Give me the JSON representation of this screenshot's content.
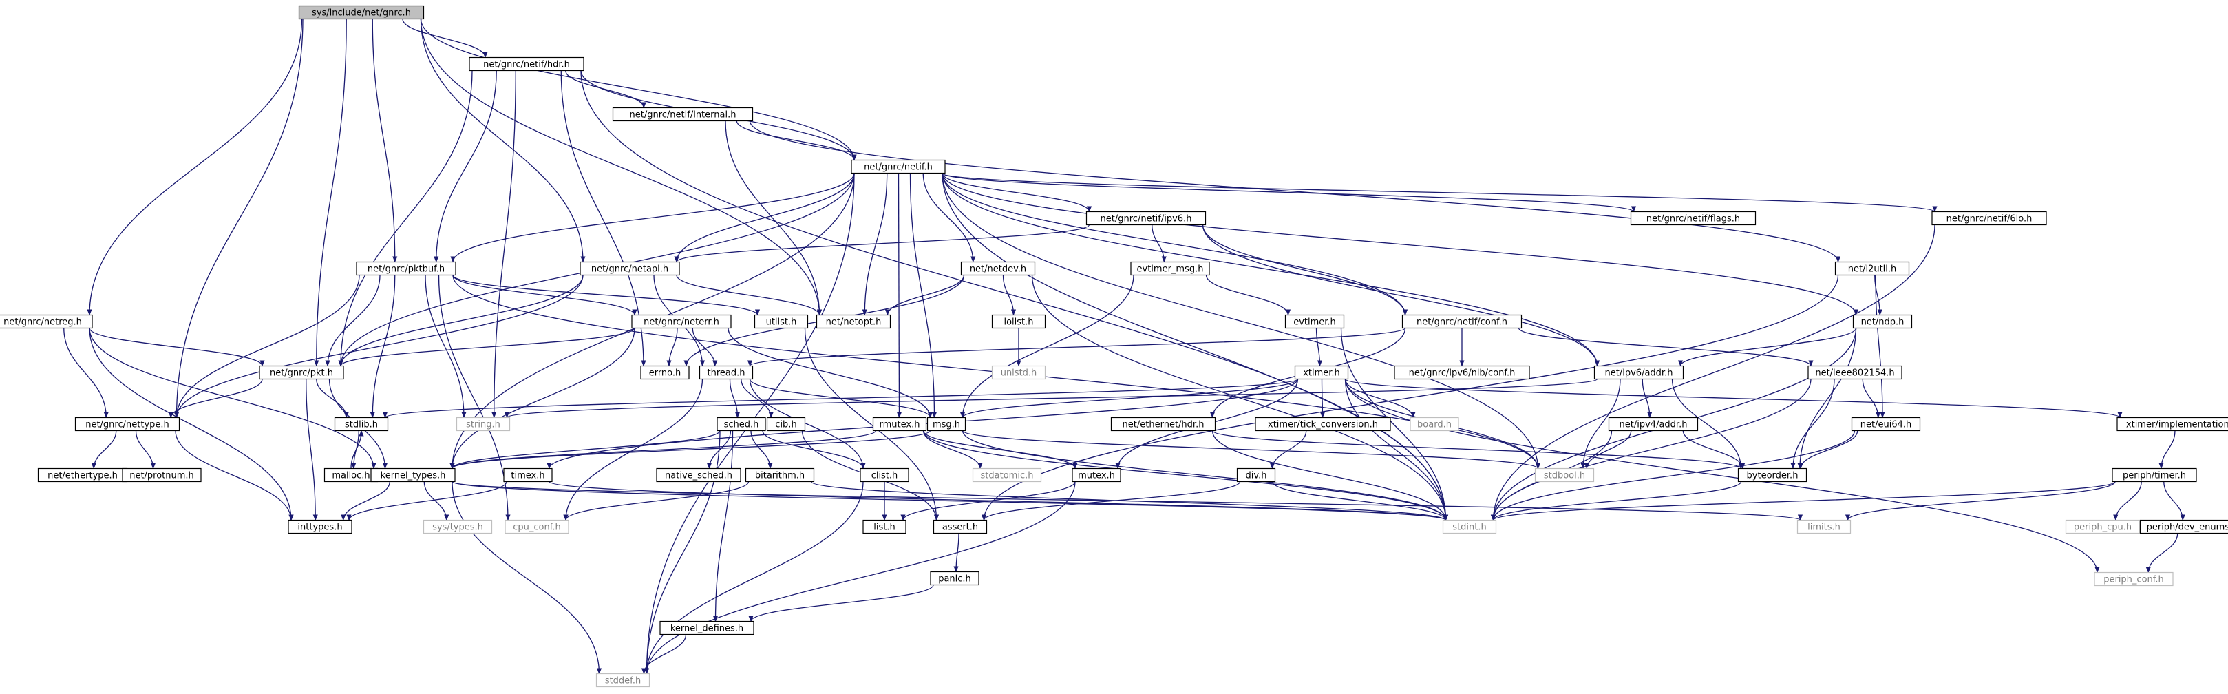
{
  "colors": {
    "root_fill": "#bfbfbf",
    "node_fill": "#ffffff",
    "node_stroke": "#000000",
    "ghost_stroke": "#bfbfbf",
    "ghost_text": "#7f7f7f",
    "edge": "#191970"
  },
  "nodes": [
    {
      "id": "root",
      "label": "sys/include/net/gnrc.h",
      "kind": "root"
    },
    {
      "id": "hdr",
      "label": "net/gnrc/netif/hdr.h",
      "kind": "normal"
    },
    {
      "id": "internal",
      "label": "net/gnrc/netif/internal.h",
      "kind": "normal"
    },
    {
      "id": "netif",
      "label": "net/gnrc/netif.h",
      "kind": "normal"
    },
    {
      "id": "ipv6",
      "label": "net/gnrc/netif/ipv6.h",
      "kind": "normal"
    },
    {
      "id": "flags",
      "label": "net/gnrc/netif/flags.h",
      "kind": "normal"
    },
    {
      "id": "6lo",
      "label": "net/gnrc/netif/6lo.h",
      "kind": "normal"
    },
    {
      "id": "pktbuf",
      "label": "net/gnrc/pktbuf.h",
      "kind": "normal"
    },
    {
      "id": "netapi",
      "label": "net/gnrc/netapi.h",
      "kind": "normal"
    },
    {
      "id": "netdev",
      "label": "net/netdev.h",
      "kind": "normal"
    },
    {
      "id": "evmsg",
      "label": "evtimer_msg.h",
      "kind": "normal"
    },
    {
      "id": "l2util",
      "label": "net/l2util.h",
      "kind": "normal"
    },
    {
      "id": "netreg",
      "label": "net/gnrc/netreg.h",
      "kind": "normal"
    },
    {
      "id": "utlist",
      "label": "utlist.h",
      "kind": "normal"
    },
    {
      "id": "netopt",
      "label": "net/netopt.h",
      "kind": "normal"
    },
    {
      "id": "iolist",
      "label": "iolist.h",
      "kind": "normal"
    },
    {
      "id": "evtimer",
      "label": "evtimer.h",
      "kind": "normal"
    },
    {
      "id": "conf",
      "label": "net/gnrc/netif/conf.h",
      "kind": "normal"
    },
    {
      "id": "ndp",
      "label": "net/ndp.h",
      "kind": "normal"
    },
    {
      "id": "neterr",
      "label": "net/gnrc/neterr.h",
      "kind": "normal"
    },
    {
      "id": "pkt",
      "label": "net/gnrc/pkt.h",
      "kind": "normal"
    },
    {
      "id": "errno",
      "label": "errno.h",
      "kind": "normal"
    },
    {
      "id": "thread",
      "label": "thread.h",
      "kind": "normal"
    },
    {
      "id": "unistd",
      "label": "unistd.h",
      "kind": "ghost"
    },
    {
      "id": "xtimer",
      "label": "xtimer.h",
      "kind": "normal"
    },
    {
      "id": "nibconf",
      "label": "net/gnrc/ipv6/nib/conf.h",
      "kind": "normal"
    },
    {
      "id": "ipv6addr",
      "label": "net/ipv6/addr.h",
      "kind": "normal"
    },
    {
      "id": "ieee",
      "label": "net/ieee802154.h",
      "kind": "normal"
    },
    {
      "id": "string",
      "label": "string.h",
      "kind": "ghost"
    },
    {
      "id": "stdlib",
      "label": "stdlib.h",
      "kind": "normal"
    },
    {
      "id": "cib",
      "label": "cib.h",
      "kind": "normal"
    },
    {
      "id": "msg",
      "label": "msg.h",
      "kind": "normal"
    },
    {
      "id": "board",
      "label": "board.h",
      "kind": "ghost"
    },
    {
      "id": "nettype",
      "label": "net/gnrc/nettype.h",
      "kind": "normal"
    },
    {
      "id": "ethhdr",
      "label": "net/ethernet/hdr.h",
      "kind": "normal"
    },
    {
      "id": "tickconv",
      "label": "xtimer/tick_conversion.h",
      "kind": "normal"
    },
    {
      "id": "ipv4addr",
      "label": "net/ipv4/addr.h",
      "kind": "normal"
    },
    {
      "id": "eui64",
      "label": "net/eui64.h",
      "kind": "normal"
    },
    {
      "id": "ximpl",
      "label": "xtimer/implementation.h",
      "kind": "normal"
    },
    {
      "id": "sched",
      "label": "sched.h",
      "kind": "normal"
    },
    {
      "id": "rmutex",
      "label": "rmutex.h",
      "kind": "normal"
    },
    {
      "id": "ethertype",
      "label": "net/ethertype.h",
      "kind": "normal"
    },
    {
      "id": "protnum",
      "label": "net/protnum.h",
      "kind": "normal"
    },
    {
      "id": "malloc",
      "label": "malloc.h",
      "kind": "normal"
    },
    {
      "id": "ktypes",
      "label": "kernel_types.h",
      "kind": "normal"
    },
    {
      "id": "nsched",
      "label": "native_sched.h",
      "kind": "normal"
    },
    {
      "id": "bitarithm",
      "label": "bitarithm.h",
      "kind": "normal"
    },
    {
      "id": "clist",
      "label": "clist.h",
      "kind": "normal"
    },
    {
      "id": "stdatomic",
      "label": "stdatomic.h",
      "kind": "ghost"
    },
    {
      "id": "mutex",
      "label": "mutex.h",
      "kind": "normal"
    },
    {
      "id": "div",
      "label": "div.h",
      "kind": "normal"
    },
    {
      "id": "stdbool",
      "label": "stdbool.h",
      "kind": "ghost"
    },
    {
      "id": "byteorder",
      "label": "byteorder.h",
      "kind": "normal"
    },
    {
      "id": "ptimer",
      "label": "periph/timer.h",
      "kind": "normal"
    },
    {
      "id": "timex",
      "label": "timex.h",
      "kind": "normal"
    },
    {
      "id": "inttypes",
      "label": "inttypes.h",
      "kind": "normal"
    },
    {
      "id": "systypes",
      "label": "sys/types.h",
      "kind": "ghost"
    },
    {
      "id": "cpuconf",
      "label": "cpu_conf.h",
      "kind": "ghost"
    },
    {
      "id": "list",
      "label": "list.h",
      "kind": "normal"
    },
    {
      "id": "assert",
      "label": "assert.h",
      "kind": "normal"
    },
    {
      "id": "stdint",
      "label": "stdint.h",
      "kind": "ghost"
    },
    {
      "id": "limits",
      "label": "limits.h",
      "kind": "ghost"
    },
    {
      "id": "pcpu",
      "label": "periph_cpu.h",
      "kind": "ghost"
    },
    {
      "id": "penums",
      "label": "periph/dev_enums.h",
      "kind": "normal"
    },
    {
      "id": "panic",
      "label": "panic.h",
      "kind": "normal"
    },
    {
      "id": "kdefs",
      "label": "kernel_defines.h",
      "kind": "normal"
    },
    {
      "id": "pconf",
      "label": "periph_conf.h",
      "kind": "ghost"
    },
    {
      "id": "stddef",
      "label": "stddef.h",
      "kind": "ghost"
    }
  ],
  "edges": [
    [
      "root",
      "hdr"
    ],
    [
      "root",
      "netif"
    ],
    [
      "root",
      "netapi"
    ],
    [
      "root",
      "netreg"
    ],
    [
      "root",
      "nettype"
    ],
    [
      "root",
      "pkt"
    ],
    [
      "root",
      "pktbuf"
    ],
    [
      "root",
      "netopt"
    ],
    [
      "hdr",
      "internal"
    ],
    [
      "hdr",
      "netif"
    ],
    [
      "hdr",
      "pktbuf"
    ],
    [
      "hdr",
      "pkt"
    ],
    [
      "hdr",
      "string"
    ],
    [
      "hdr",
      "errno"
    ],
    [
      "hdr",
      "stdint"
    ],
    [
      "internal",
      "netif"
    ],
    [
      "internal",
      "l2util"
    ],
    [
      "internal",
      "netopt"
    ],
    [
      "netif",
      "ipv6"
    ],
    [
      "netif",
      "flags"
    ],
    [
      "netif",
      "6lo"
    ],
    [
      "netif",
      "netapi"
    ],
    [
      "netif",
      "netdev"
    ],
    [
      "netif",
      "netopt"
    ],
    [
      "netif",
      "conf"
    ],
    [
      "netif",
      "ndp"
    ],
    [
      "netif",
      "ipv6addr"
    ],
    [
      "netif",
      "pkt"
    ],
    [
      "netif",
      "pktbuf"
    ],
    [
      "netif",
      "msg"
    ],
    [
      "netif",
      "rmutex"
    ],
    [
      "netif",
      "ktypes"
    ],
    [
      "netif",
      "stdbool"
    ],
    [
      "netif",
      "stdint"
    ],
    [
      "netif",
      "stddef"
    ],
    [
      "ipv6",
      "evmsg"
    ],
    [
      "ipv6",
      "netapi"
    ],
    [
      "ipv6",
      "conf"
    ],
    [
      "ipv6",
      "ipv6addr"
    ],
    [
      "6lo",
      "stdint"
    ],
    [
      "netapi",
      "netopt"
    ],
    [
      "netapi",
      "thread"
    ],
    [
      "netapi",
      "pkt"
    ],
    [
      "netapi",
      "nettype"
    ],
    [
      "netdev",
      "netopt"
    ],
    [
      "netdev",
      "iolist"
    ],
    [
      "netdev",
      "errno"
    ],
    [
      "netdev",
      "stdint"
    ],
    [
      "iolist",
      "unistd"
    ],
    [
      "evmsg",
      "evtimer"
    ],
    [
      "evmsg",
      "msg"
    ],
    [
      "evtimer",
      "xtimer"
    ],
    [
      "evtimer",
      "stdint"
    ],
    [
      "l2util",
      "ndp"
    ],
    [
      "l2util",
      "eui64"
    ],
    [
      "l2util",
      "assert"
    ],
    [
      "netreg",
      "pkt"
    ],
    [
      "netreg",
      "nettype"
    ],
    [
      "netreg",
      "ktypes"
    ],
    [
      "netreg",
      "inttypes"
    ],
    [
      "pktbuf",
      "pkt"
    ],
    [
      "pktbuf",
      "neterr"
    ],
    [
      "pktbuf",
      "utlist"
    ],
    [
      "pktbuf",
      "stdlib"
    ],
    [
      "pktbuf",
      "string"
    ],
    [
      "pktbuf",
      "nettype"
    ],
    [
      "pktbuf",
      "cpuconf"
    ],
    [
      "pktbuf",
      "stdbool"
    ],
    [
      "neterr",
      "errno"
    ],
    [
      "neterr",
      "thread"
    ],
    [
      "neterr",
      "msg"
    ],
    [
      "neterr",
      "pkt"
    ],
    [
      "neterr",
      "ktypes"
    ],
    [
      "utlist",
      "assert"
    ],
    [
      "conf",
      "nibconf"
    ],
    [
      "conf",
      "ieee"
    ],
    [
      "conf",
      "ethhdr"
    ],
    [
      "conf",
      "thread"
    ],
    [
      "ndp",
      "ipv6addr"
    ],
    [
      "ndp",
      "byteorder"
    ],
    [
      "ndp",
      "stdint"
    ],
    [
      "pkt",
      "stdlib"
    ],
    [
      "pkt",
      "nettype"
    ],
    [
      "pkt",
      "ktypes"
    ],
    [
      "pkt",
      "inttypes"
    ],
    [
      "thread",
      "sched"
    ],
    [
      "thread",
      "cib"
    ],
    [
      "thread",
      "msg"
    ],
    [
      "thread",
      "clist"
    ],
    [
      "thread",
      "cpuconf"
    ],
    [
      "xtimer",
      "tickconv"
    ],
    [
      "xtimer",
      "ximpl"
    ],
    [
      "xtimer",
      "board"
    ],
    [
      "xtimer",
      "msg"
    ],
    [
      "xtimer",
      "mutex"
    ],
    [
      "xtimer",
      "timex"
    ],
    [
      "xtimer",
      "stdint"
    ],
    [
      "xtimer",
      "stdbool"
    ],
    [
      "xtimer",
      "stdlib"
    ],
    [
      "xtimer",
      "pconf"
    ],
    [
      "ipv6addr",
      "ipv4addr"
    ],
    [
      "ipv6addr",
      "byteorder"
    ],
    [
      "ipv6addr",
      "stdbool"
    ],
    [
      "ipv6addr",
      "string"
    ],
    [
      "ieee",
      "eui64"
    ],
    [
      "ieee",
      "byteorder"
    ],
    [
      "ieee",
      "stdint"
    ],
    [
      "stdlib",
      "malloc"
    ],
    [
      "cib",
      "assert"
    ],
    [
      "msg",
      "ktypes"
    ],
    [
      "msg",
      "stdbool"
    ],
    [
      "msg",
      "stdint"
    ],
    [
      "nettype",
      "ethertype"
    ],
    [
      "nettype",
      "protnum"
    ],
    [
      "nettype",
      "inttypes"
    ],
    [
      "ethhdr",
      "byteorder"
    ],
    [
      "ethhdr",
      "stdint"
    ],
    [
      "tickconv",
      "div"
    ],
    [
      "ipv4addr",
      "byteorder"
    ],
    [
      "ipv4addr",
      "stdbool"
    ],
    [
      "ipv4addr",
      "stdint"
    ],
    [
      "eui64",
      "byteorder"
    ],
    [
      "eui64",
      "stdint"
    ],
    [
      "ximpl",
      "ptimer"
    ],
    [
      "sched",
      "ktypes"
    ],
    [
      "sched",
      "nsched"
    ],
    [
      "sched",
      "bitarithm"
    ],
    [
      "sched",
      "clist"
    ],
    [
      "sched",
      "kdefs"
    ],
    [
      "sched",
      "stddef"
    ],
    [
      "rmutex",
      "mutex"
    ],
    [
      "rmutex",
      "stdatomic"
    ],
    [
      "rmutex",
      "ktypes"
    ],
    [
      "rmutex",
      "stdint"
    ],
    [
      "malloc",
      "stdlib"
    ],
    [
      "ktypes",
      "inttypes"
    ],
    [
      "ktypes",
      "systypes"
    ],
    [
      "ktypes",
      "limits"
    ],
    [
      "ktypes",
      "stdint"
    ],
    [
      "ktypes",
      "stddef"
    ],
    [
      "bitarithm",
      "cpuconf"
    ],
    [
      "bitarithm",
      "stdint"
    ],
    [
      "clist",
      "list"
    ],
    [
      "clist",
      "stddef"
    ],
    [
      "mutex",
      "list"
    ],
    [
      "mutex",
      "stddef"
    ],
    [
      "div",
      "assert"
    ],
    [
      "div",
      "stdint"
    ],
    [
      "byteorder",
      "stdint"
    ],
    [
      "ptimer",
      "pcpu"
    ],
    [
      "ptimer",
      "penums"
    ],
    [
      "ptimer",
      "limits"
    ],
    [
      "ptimer",
      "stdint"
    ],
    [
      "penums",
      "pconf"
    ],
    [
      "timex",
      "inttypes"
    ],
    [
      "timex",
      "stdint"
    ],
    [
      "assert",
      "panic"
    ],
    [
      "panic",
      "kdefs"
    ],
    [
      "kdefs",
      "stddef"
    ]
  ]
}
